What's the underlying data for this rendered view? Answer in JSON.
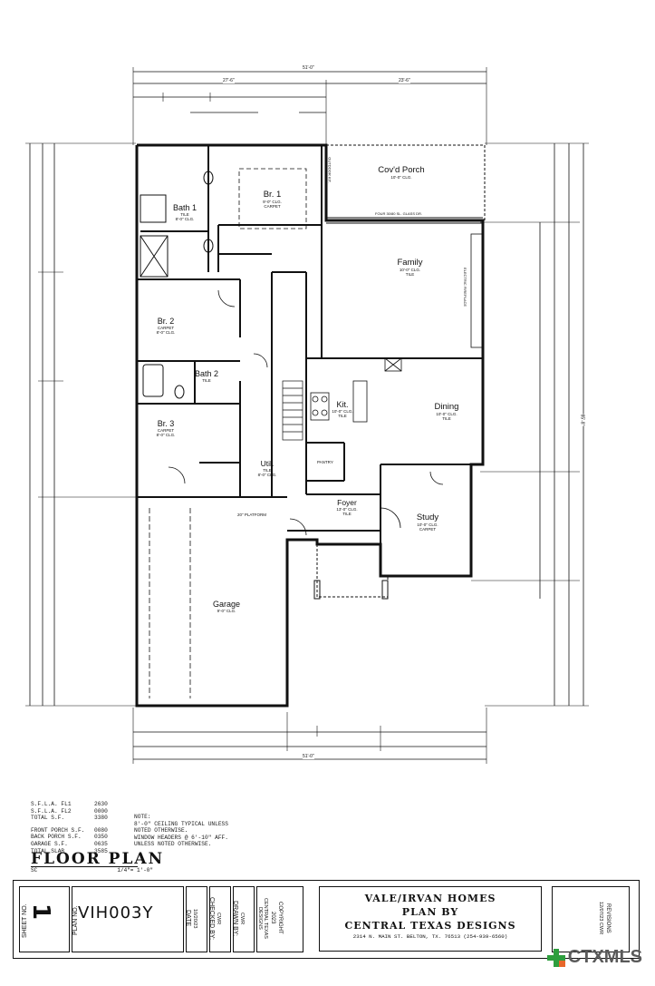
{
  "plan": {
    "overall_dim_top": "51'-0\"",
    "top_dims": [
      "27'-6\"",
      "23'-6\""
    ],
    "overall_dim_bottom": "51'-0\"",
    "right_overall": "85'-8\""
  },
  "rooms": [
    {
      "name": "Cov'd Porch",
      "sub": "10'-0\" CLG."
    },
    {
      "name": "Br. 1",
      "sub": "9'-0\" CLG.",
      "sub2": "CARPET"
    },
    {
      "name": "Bath 1",
      "sub": "TILE",
      "sub2": "8'-0\" CLG."
    },
    {
      "name": "Family",
      "sub": "10'-0\" CLG.",
      "sub2": "TILE"
    },
    {
      "name": "Br. 2",
      "sub": "CARPET",
      "sub2": "8'-0\" CLG."
    },
    {
      "name": "Bath 2",
      "sub": "TILE"
    },
    {
      "name": "Br. 3",
      "sub": "CARPET",
      "sub2": "8'-0\" CLG."
    },
    {
      "name": "Kit.",
      "sub": "10'-0\" CLG.",
      "sub2": "TILE"
    },
    {
      "name": "Dining",
      "sub": "10'-0\" CLG.",
      "sub2": "TILE"
    },
    {
      "name": "Util.",
      "sub": "TILE",
      "sub2": "8'-0\" CLG."
    },
    {
      "name": "Foyer",
      "sub": "13'-0\" CLG.",
      "sub2": "TILE"
    },
    {
      "name": "Study",
      "sub": "10'-0\" CLG.",
      "sub2": "CARPET"
    },
    {
      "name": "Garage",
      "sub": "9'-0\" CLG."
    }
  ],
  "labels": {
    "pantry": "PANTRY",
    "platform": "20\" PLATFORM",
    "glass_door": "FOUR 30/80 SL. GLASS DR.",
    "fireplace": "ELECTRIC FIREPLACE",
    "outdoor_kit": "OUTDOOR KIT."
  },
  "stats": [
    {
      "k": "S.F.L.A. FL1",
      "v": "2630"
    },
    {
      "k": "S.F.L.A. FL2",
      "v": "0000"
    },
    {
      "k": "TOTAL S.F.",
      "v": "3380"
    },
    {
      "k": "",
      "v": ""
    },
    {
      "k": "FRONT PORCH S.F.",
      "v": "0080"
    },
    {
      "k": "BACK PORCH S.F.",
      "v": "0350"
    },
    {
      "k": "GARAGE S.F.",
      "v": "0635"
    },
    {
      "k": "TOTAL SLAB",
      "v": "3585"
    }
  ],
  "note_lines": [
    "NOTE:",
    "8'-0\" CEILING TYPICAL UNLESS",
    "NOTED OTHERWISE.",
    "WINDOW HEADERS @ 6'-10\" AFF.",
    "UNLESS NOTED OTHERWISE."
  ],
  "floor_plan_title": "FLOOR PLAN",
  "scale_left": "SC",
  "scale_right": "1/4\"= 1'-0\"",
  "titleblock": {
    "sheet_no_label": "SHEET NO.",
    "sheet_no": "1",
    "plan_no_label": "PLAN NO.",
    "plan_no": "VIH003Y",
    "date_label": "DATE",
    "date": "10/20/23",
    "checked_label": "CHECKED BY:",
    "checked": "CWR",
    "drawn_label": "DRAWN BY:",
    "drawn": "CWR",
    "copyright_label": "COPYRIGHT",
    "copyright_year": "2023",
    "copyright_by": "CENTRAL TEXAS DESIGNS",
    "revisions_label": "REVISIONS",
    "revisions": "12/07/23 CWR"
  },
  "company": {
    "line1": "VALE/IRVAN HOMES",
    "line2": "PLAN BY",
    "line3": "CENTRAL TEXAS DESIGNS",
    "address": "2314 N. MAIN ST. BELTON, TX. 76513 (254-939-6560)"
  },
  "watermark": "CTXMLS",
  "colors": {
    "ink": "#111111",
    "watermark_green": "#2e9e3e",
    "watermark_orange": "#e8672a",
    "watermark_text": "#5a5a5a"
  }
}
